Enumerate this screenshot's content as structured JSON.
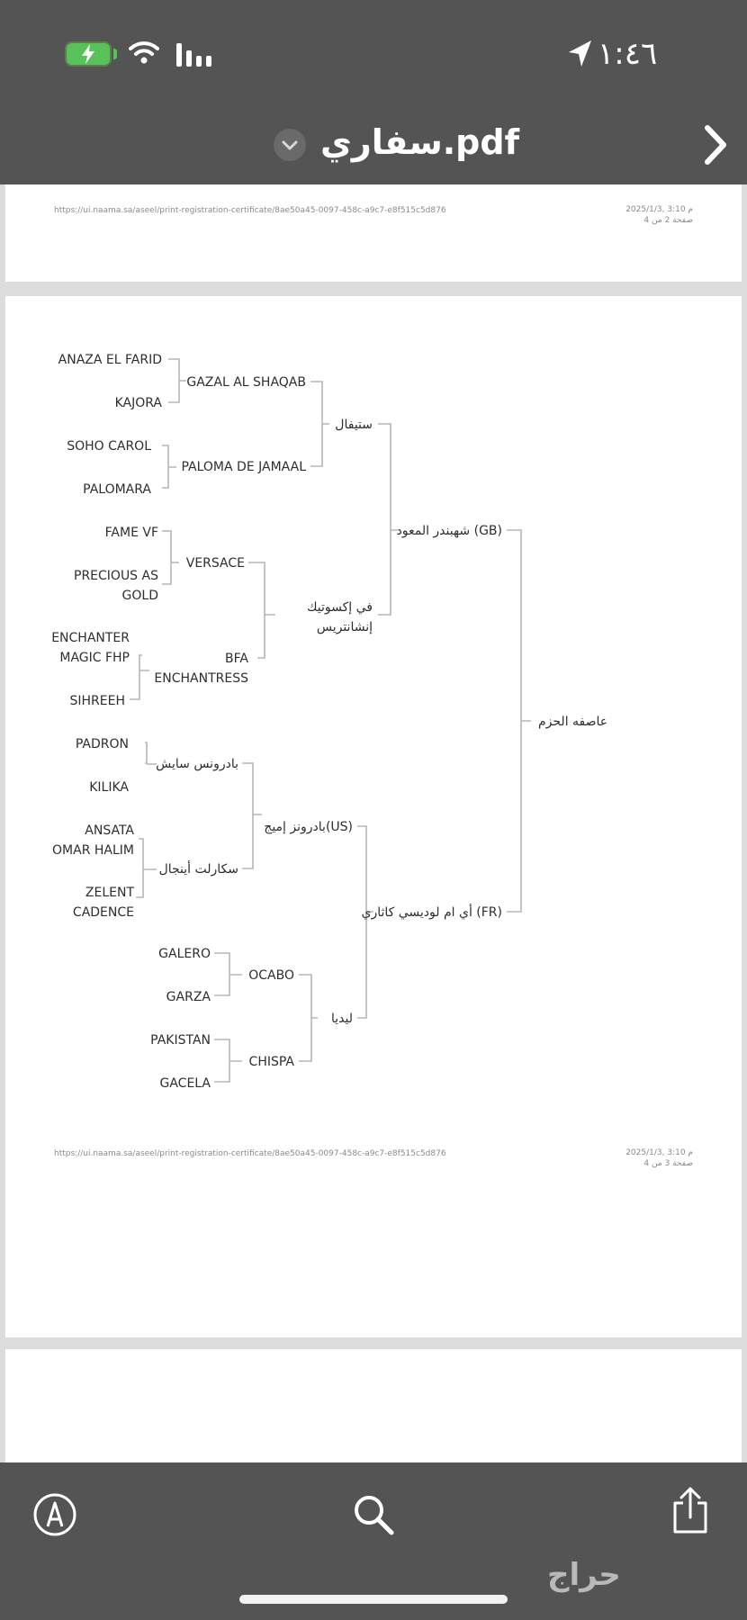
{
  "status_bar": {
    "time": "١:٤٦"
  },
  "title_bar": {
    "title": "سفاري.pdf"
  },
  "pages": [
    {
      "url": "https://ui.naama.sa/aseel/print-registration-certificate/8ae50a45-0097-458c-a9c7-e8f515c5d876",
      "date": "2025/1/3, 3:10 م",
      "page_label": "صفحة 2 من 4"
    },
    {
      "url": "https://ui.naama.sa/aseel/print-registration-certificate/8ae50a45-0097-458c-a9c7-e8f515c5d876",
      "date": "2025/1/3, 3:10 م",
      "page_label": "صفحة 3 من 4"
    }
  ],
  "pedigree": {
    "horse": "عاصفه الحزم",
    "sire": "شهبندر المعود (GB)",
    "dam": "أي ام لوديسي كاثاري (FR)",
    "sire_sire": "ستيفال",
    "sire_dam": [
      "في إكسوتيك",
      "إنشانتريس"
    ],
    "dam_sire": "بادرونز إميج(US)",
    "dam_dam": "ليديا",
    "gen3": {
      "g1": "GAZAL AL SHAQAB",
      "g2": "PALOMA DE JAMAAL",
      "g3": "VERSACE",
      "g4": [
        "BFA",
        "ENCHANTRESS"
      ],
      "g5": "بادرونس سايش",
      "g6": "سكارلت أينجال",
      "g7": "OCABO",
      "g8": "CHISPA"
    },
    "gen4": {
      "a1": "ANAZA EL FARID",
      "a2": "KAJORA",
      "a3": "SOHO CAROL",
      "a4": "PALOMARA",
      "a5": "FAME VF",
      "a6": [
        "PRECIOUS AS",
        "GOLD"
      ],
      "a7": [
        "ENCHANTER",
        "MAGIC FHP"
      ],
      "a8": "SIHREEH",
      "a9": "PADRON",
      "a10": "KILIKA",
      "a11": [
        "ANSATA",
        "OMAR HALIM"
      ],
      "a12": [
        "ZELENT",
        "CADENCE"
      ],
      "a13": "GALERO",
      "a14": "GARZA",
      "a15": "PAKISTAN",
      "a16": "GACELA"
    }
  },
  "toolbar": {
    "markup_icon": "markup-icon",
    "search_icon": "search-icon",
    "share_icon": "share-icon"
  },
  "watermark": "حراج"
}
